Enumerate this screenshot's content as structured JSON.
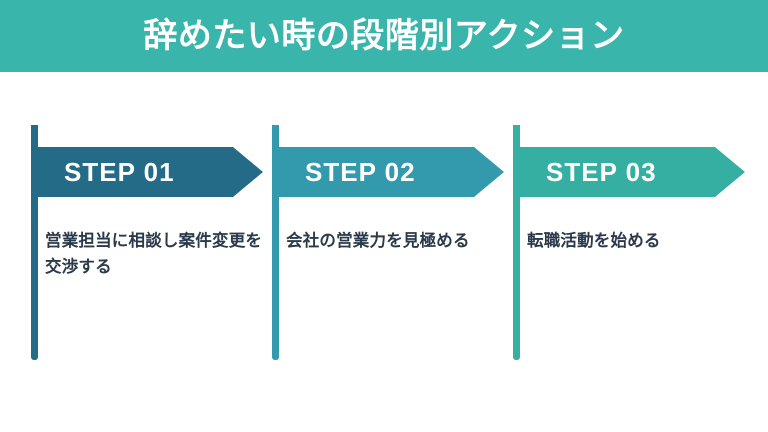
{
  "header": {
    "title": "辞めたい時の段階別アクション",
    "background_color": "#39b5ab",
    "text_color": "#ffffff"
  },
  "canvas": {
    "background_color": "#ffffff",
    "body_text_color": "#2b3a4a"
  },
  "steps": [
    {
      "label": "STEP 01",
      "description": "営業担当に相談し案件変更を交渉する",
      "color": "#236b86"
    },
    {
      "label": "STEP 02",
      "description": "会社の営業力を見極める",
      "color": "#339aae"
    },
    {
      "label": "STEP 03",
      "description": "転職活動を始める",
      "color": "#36afa3"
    }
  ]
}
